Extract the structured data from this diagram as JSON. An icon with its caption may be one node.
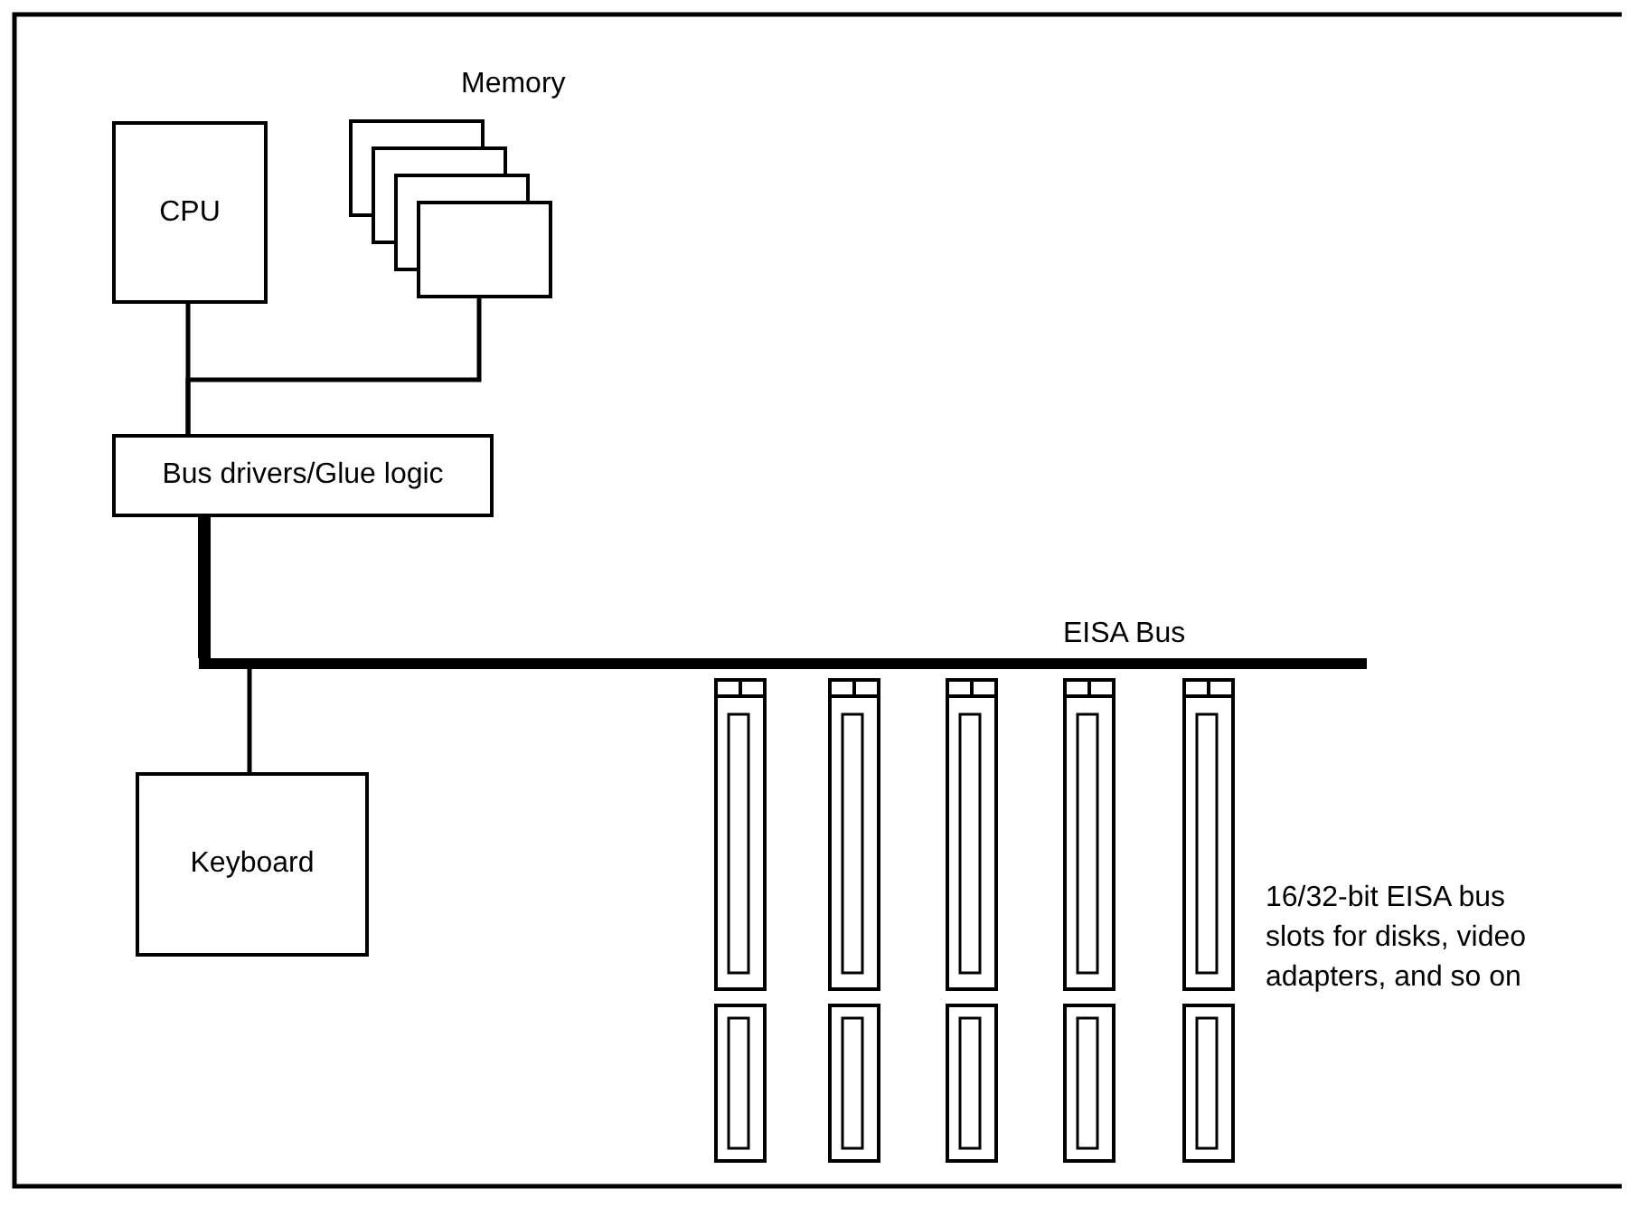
{
  "diagram": {
    "nodes": [
      {
        "text": [
          "CPU"
        ]
      },
      {
        "text": [
          "Memory"
        ]
      },
      {
        "text": [
          "Bus drivers/Glue logic"
        ]
      },
      {
        "text": [],
        "shape": "bar"
      },
      {
        "text": [
          "Keyboard"
        ]
      },
      {
        "text": [],
        "shape": "box"
      },
      {
        "text": [],
        "shape": "box"
      },
      {
        "text": [],
        "shape": "box"
      },
      {
        "text": [],
        "shape": "box"
      },
      {
        "text": [],
        "shape": "box"
      },
      {
        "text": [],
        "shape": "box"
      },
      {
        "text": [],
        "shape": "box"
      },
      {
        "text": [],
        "shape": "box"
      },
      {
        "text": [],
        "shape": "box"
      },
      {
        "text": [],
        "shape": "box"
      }
    ],
    "edges": [
      {
        "from": 0,
        "to": 2,
        "arrow": "none"
      },
      {
        "from": 1,
        "to": 2,
        "arrow": "none"
      },
      {
        "from": 2,
        "to": 3,
        "arrow": "none",
        "style": "thick"
      },
      {
        "from": 3,
        "to": 4,
        "arrow": "none"
      }
    ],
    "labels": [
      "EISA Bus",
      "16/32-bit EISA bus slots for disks, video adapters, and so on"
    ]
  }
}
